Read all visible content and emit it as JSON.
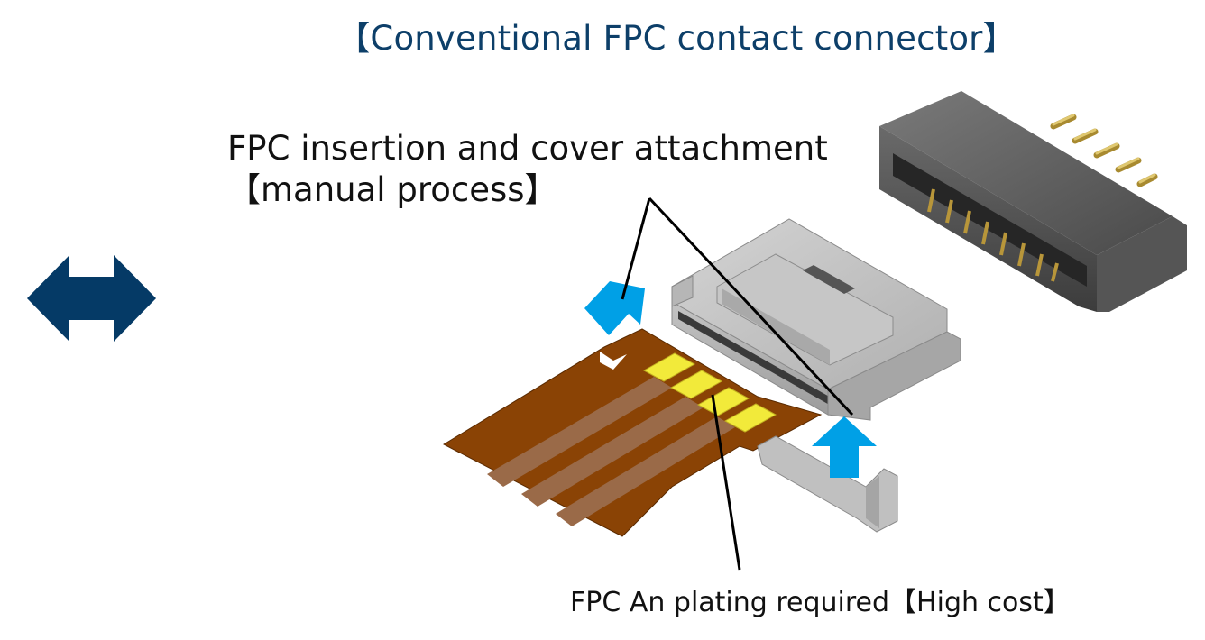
{
  "title": "【Conventional FPC contact connector】",
  "labels": {
    "process_line1": "FPC insertion and cover attachment",
    "process_line2": "【manual process】",
    "plating": "FPC An plating required【High cost】"
  },
  "colors": {
    "title": "#0d3f69",
    "double_arrow": "#053a66",
    "insert_arrow": "#00a0e6",
    "fpc_base": "#8a4305",
    "fpc_trace": "#9a6a48",
    "fpc_contact": "#f2ea3a",
    "connector_gray": "#bdbdbd",
    "header_dark": "#5a5a5a",
    "pin_gold": "#c8a84a"
  },
  "icons": [
    "double-arrow-icon",
    "insert-arrow-icon",
    "cover-arrow-icon"
  ]
}
